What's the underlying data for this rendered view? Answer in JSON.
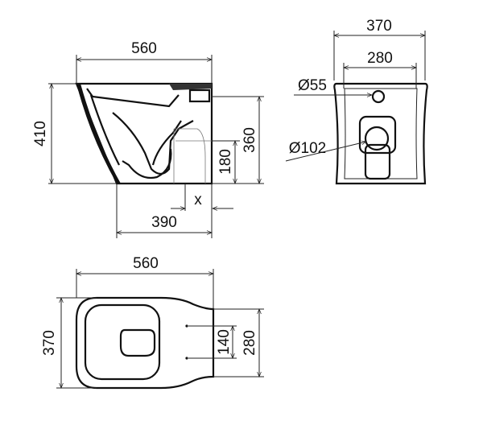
{
  "side_view": {
    "width": "560",
    "height": "410",
    "outlet_height": "360",
    "outlet_centre": "180",
    "offset": "x",
    "depth": "390"
  },
  "front_view": {
    "width": "370",
    "inner_width": "280",
    "inlet_diameter": "Ø55",
    "outlet_diameter": "Ø102"
  },
  "top_view": {
    "width": "560",
    "height": "370",
    "fixing_inner": "140",
    "fixing_outer": "280"
  }
}
